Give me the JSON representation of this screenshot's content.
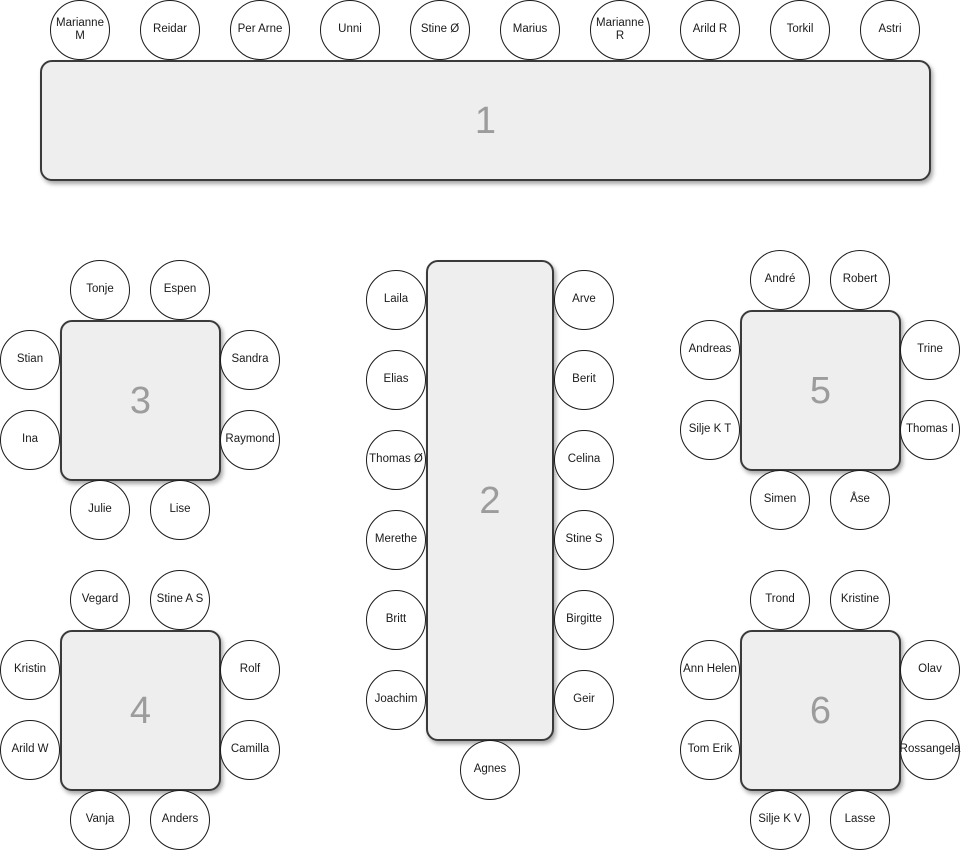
{
  "tables": [
    {
      "id": "t1",
      "label": "1"
    },
    {
      "id": "t2",
      "label": "2"
    },
    {
      "id": "t3",
      "label": "3"
    },
    {
      "id": "t4",
      "label": "4"
    },
    {
      "id": "t5",
      "label": "5"
    },
    {
      "id": "t6",
      "label": "6"
    }
  ],
  "guests": {
    "table1": [
      "Marianne M",
      "Reidar",
      "Per Arne",
      "Unni",
      "Stine Ø",
      "Marius",
      "Marianne R",
      "Arild R",
      "Torkil",
      "Astri"
    ],
    "table2": [
      "Laila",
      "Elias",
      "Thomas Ø",
      "Merethe",
      "Britt",
      "Joachim",
      "Arve",
      "Berit",
      "Celina",
      "Stine S",
      "Birgitte",
      "Geir",
      "Agnes"
    ],
    "table3": [
      "Tonje",
      "Espen",
      "Stian",
      "Sandra",
      "Ina",
      "Raymond",
      "Julie",
      "Lise"
    ],
    "table4": [
      "Vegard",
      "Stine A S",
      "Kristin",
      "Rolf",
      "Arild W",
      "Camilla",
      "Vanja",
      "Anders"
    ],
    "table5": [
      "André",
      "Robert",
      "Andreas",
      "Trine",
      "Silje K T",
      "Thomas I",
      "Simen",
      "Åse"
    ],
    "table6": [
      "Trond",
      "Kristine",
      "Ann Helen",
      "Olav",
      "Tom Erik",
      "Rossangela",
      "Silje K V",
      "Lasse"
    ]
  }
}
